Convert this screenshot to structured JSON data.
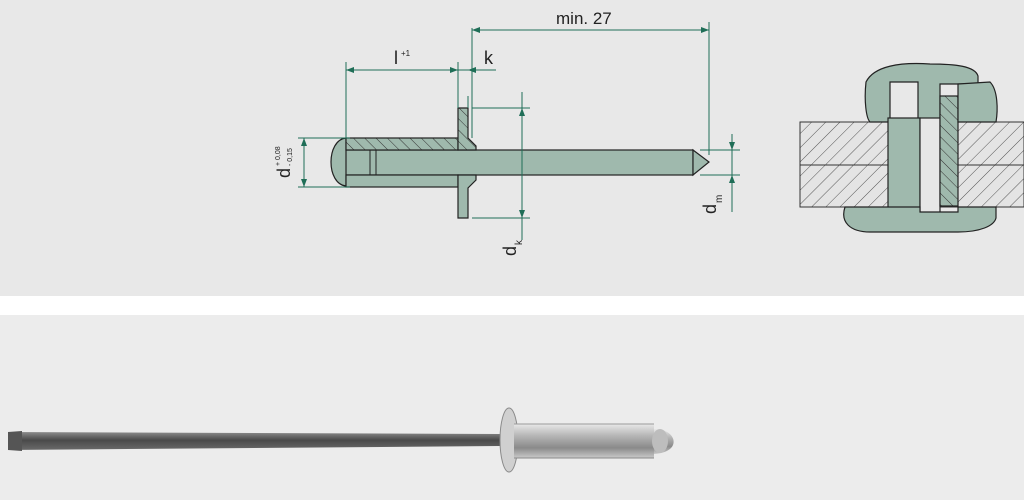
{
  "diagram": {
    "dimensions": {
      "min_length": "min. 27",
      "l_label": "l",
      "l_tolerance": "+1",
      "k_label": "k",
      "d_label": "d",
      "d_tol_upper": "+ 0,08",
      "d_tol_lower": "- 0,15",
      "dk_label": "d",
      "dk_sub": "k",
      "dm_label": "d",
      "dm_sub": "m"
    }
  },
  "colors": {
    "rivet_fill": "#9fb9ad",
    "dimension_line": "#1f6e57",
    "outline": "#222222",
    "material_fill": "#e4e4e4",
    "shank_photo": "#6f6f6f"
  }
}
